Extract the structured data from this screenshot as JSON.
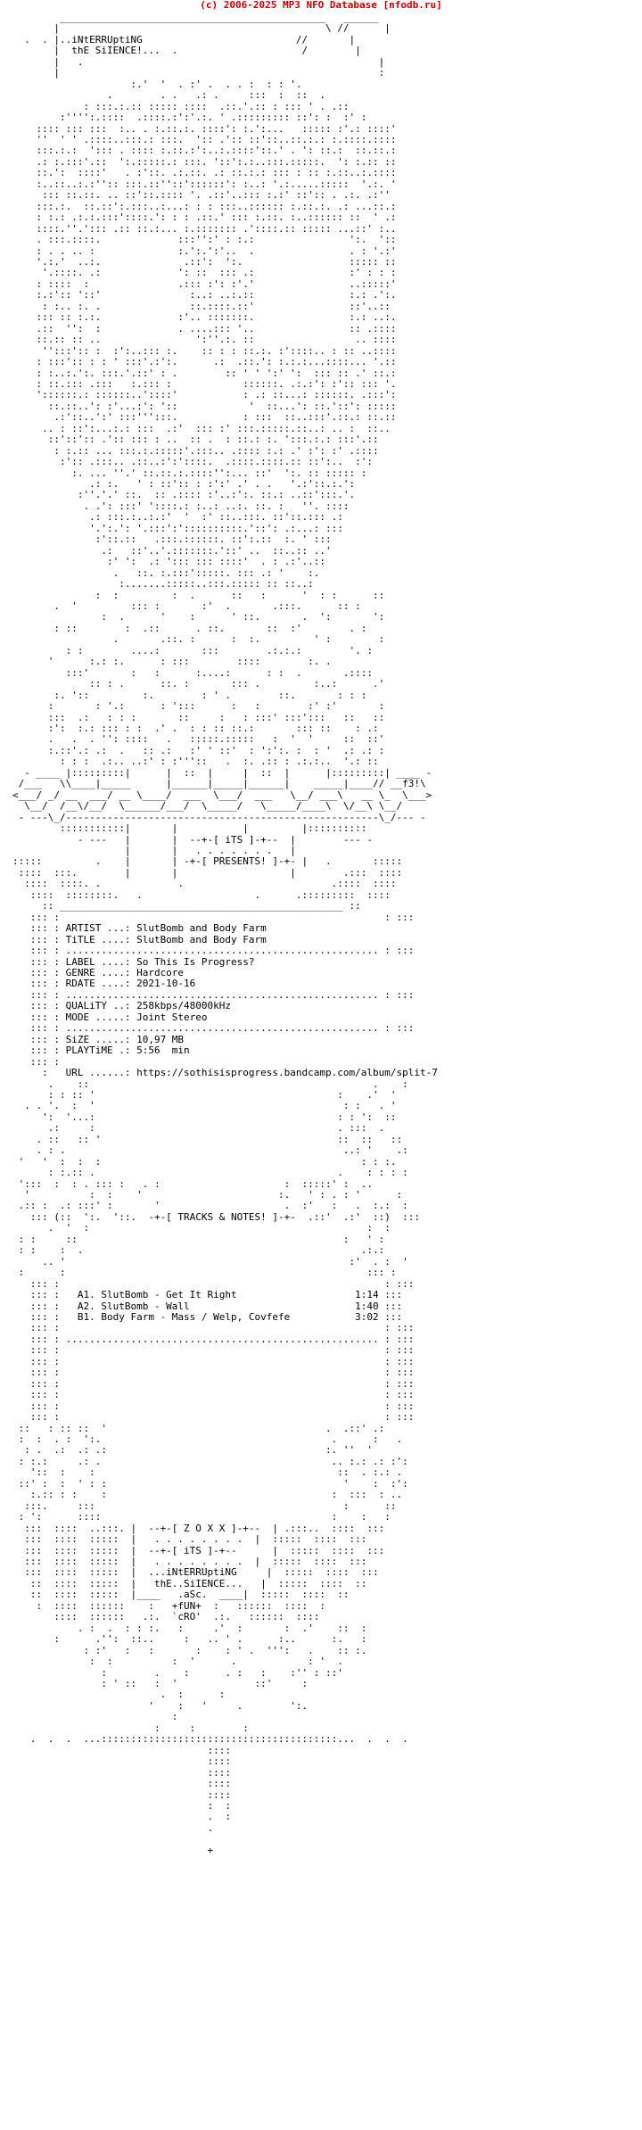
{
  "header": {
    "copyright": "(c) 2006-2025 MP3 NFO Database [nfodb.ru]"
  },
  "nfo": {
    "group_tag_line1": "iNtERRUptiNG",
    "group_tag_line2": "thE SiIENCE!...",
    "labels": {
      "artist": "ARTIST ...:",
      "title": "TiTLE ....:",
      "label": "LABEL ....:",
      "genre": "GENRE ....:",
      "rdate": "RDATE ....:",
      "quality": "QUALiTY ..:",
      "mode": "MODE .....:",
      "size": "SiZE .....:",
      "playtime": "PLAYTiME .:",
      "url": "URL ......:"
    },
    "artist": "SlutBomb and Body Farm",
    "title": "SlutBomb and Body Farm",
    "label": "So This Is Progress?",
    "genre": "Hardcore",
    "rdate": "2021-10-16",
    "quality": "258kbps/48000kHz",
    "mode": "Joint Stereo",
    "size": "10,97 MB",
    "playtime": "5:56  min",
    "url": "https://sothisisprogress.bandcamp.com/album/split-7",
    "banner_its": "--+-[ iTS ]-+--",
    "banner_presents": "-+-[ PRESENTS! ]-+-",
    "banner_tracks": "-+-[ TRACKS & NOTES! ]-+-",
    "tracks": [
      {
        "num": "A1.",
        "name": "SlutBomb - Get It Right",
        "time": "1:14"
      },
      {
        "num": "A2.",
        "name": "SlutBomb - Wall",
        "time": "1:40"
      },
      {
        "num": "B1.",
        "name": "Body Farm - Mass / Welp, Covfefe",
        "time": "3:02"
      }
    ],
    "footer": {
      "zoxx": "--+-[ Z O X X ]-+--",
      "its": "--+-[ iTS ]-+--",
      "interrupting": "...iNtERRUptiNG",
      "silence": "thE..SiIENCE...",
      "asc": ".aSc.",
      "fun": "+fUN+",
      "cro": "`cRO'"
    }
  }
}
